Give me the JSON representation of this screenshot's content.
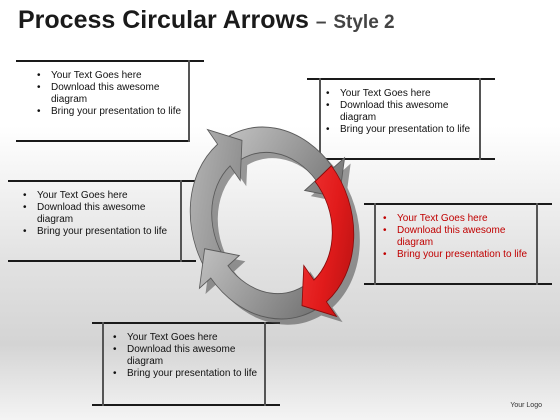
{
  "slide": {
    "title_main": "Process Circular Arrows",
    "title_dash": "–",
    "title_style": "Style 2",
    "logo": "Your Logo"
  },
  "text_boxes": [
    {
      "position": "top-left",
      "highlight": false,
      "bullets": [
        "Your Text Goes here",
        "Download this awesome diagram",
        "Bring your presentation to life"
      ]
    },
    {
      "position": "top-right",
      "highlight": false,
      "bullets": [
        "Your Text Goes here",
        "Download this awesome diagram",
        "Bring your presentation to life"
      ]
    },
    {
      "position": "middle-left",
      "highlight": false,
      "bullets": [
        "Your Text Goes here",
        "Download this awesome diagram",
        "Bring your presentation to life"
      ]
    },
    {
      "position": "middle-right",
      "highlight": true,
      "bullets": [
        "Your Text Goes here",
        "Download this awesome diagram",
        "Bring your presentation to life"
      ]
    },
    {
      "position": "bottom-center",
      "highlight": false,
      "bullets": [
        "Your Text Goes here",
        "Download this awesome diagram",
        "Bring your presentation to life"
      ]
    }
  ],
  "colors": {
    "arrow_gray": "#9a9a9a",
    "arrow_highlight": "#e11b1b",
    "highlight_text": "#c00000"
  },
  "diagram": {
    "type": "circular-arrows",
    "segments": 4,
    "highlighted_segment": "right"
  }
}
